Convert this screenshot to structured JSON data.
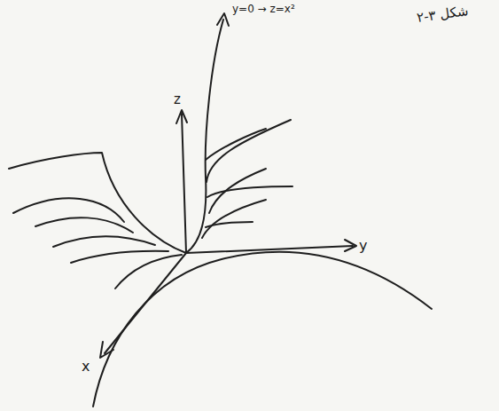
{
  "diagram": {
    "caption": "شکل ۳-۲",
    "labels": [
      "z",
      "y",
      "x",
      "y=0 → z=x²"
    ]
  }
}
